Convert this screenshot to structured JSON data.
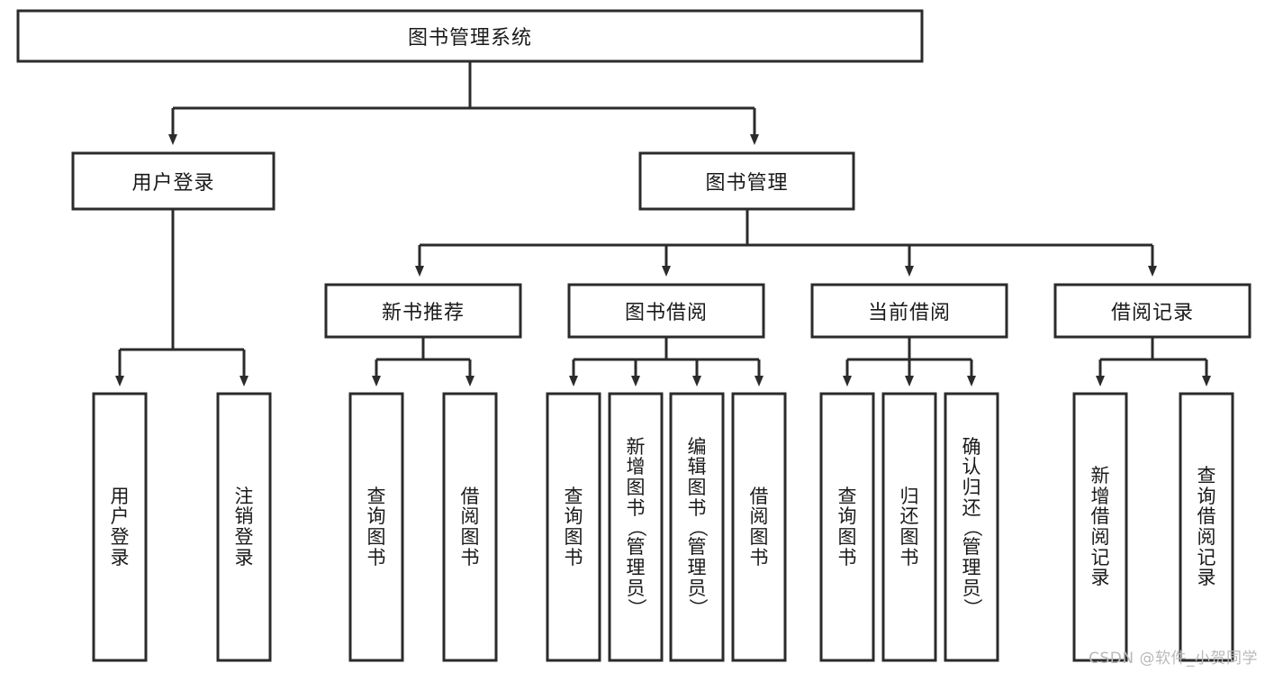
{
  "diagram": {
    "title": "图书管理系统",
    "type": "tree-hierarchy-diagram",
    "colors": {
      "stroke": "#2b2b2b",
      "fill": "#ffffff",
      "text": "#1a1a1a",
      "watermark": "#b9b9b9"
    },
    "root": {
      "label": "图书管理系统"
    },
    "level2": [
      {
        "label": "用户登录"
      },
      {
        "label": "图书管理"
      }
    ],
    "level3": [
      {
        "label": "新书推荐"
      },
      {
        "label": "图书借阅"
      },
      {
        "label": "当前借阅"
      },
      {
        "label": "借阅记录"
      }
    ],
    "leaves": {
      "user_login": [
        {
          "label": "用户登录",
          "chars": [
            "用",
            "户",
            "登",
            "录"
          ]
        },
        {
          "label": "注销登录",
          "chars": [
            "注",
            "销",
            "登",
            "录"
          ]
        }
      ],
      "new_book_recommend": [
        {
          "label": "查询图书",
          "chars": [
            "查",
            "询",
            "图",
            "书"
          ]
        },
        {
          "label": "借阅图书",
          "chars": [
            "借",
            "阅",
            "图",
            "书"
          ]
        }
      ],
      "book_borrow": [
        {
          "label": "查询图书",
          "chars": [
            "查",
            "询",
            "图",
            "书"
          ]
        },
        {
          "label": "新增图书（管理员）",
          "chars": [
            "新",
            "增",
            "图",
            "书",
            "（",
            "管",
            "理",
            "员",
            "）"
          ]
        },
        {
          "label": "编辑图书（管理员）",
          "chars": [
            "编",
            "辑",
            "图",
            "书",
            "（",
            "管",
            "理",
            "员",
            "）"
          ]
        },
        {
          "label": "借阅图书",
          "chars": [
            "借",
            "阅",
            "图",
            "书"
          ]
        }
      ],
      "current_borrow": [
        {
          "label": "查询图书",
          "chars": [
            "查",
            "询",
            "图",
            "书"
          ]
        },
        {
          "label": "归还图书",
          "chars": [
            "归",
            "还",
            "图",
            "书"
          ]
        },
        {
          "label": "确认归还（管理员）",
          "chars": [
            "确",
            "认",
            "归",
            "还",
            "（",
            "管",
            "理",
            "员",
            "）"
          ]
        }
      ],
      "borrow_record": [
        {
          "label": "新增借阅记录",
          "chars": [
            "新",
            "增",
            "借",
            "阅",
            "记",
            "录"
          ]
        },
        {
          "label": "查询借阅记录",
          "chars": [
            "查",
            "询",
            "借",
            "阅",
            "记",
            "录"
          ]
        }
      ]
    },
    "watermark": "CSDN @软件_小贺同学"
  }
}
